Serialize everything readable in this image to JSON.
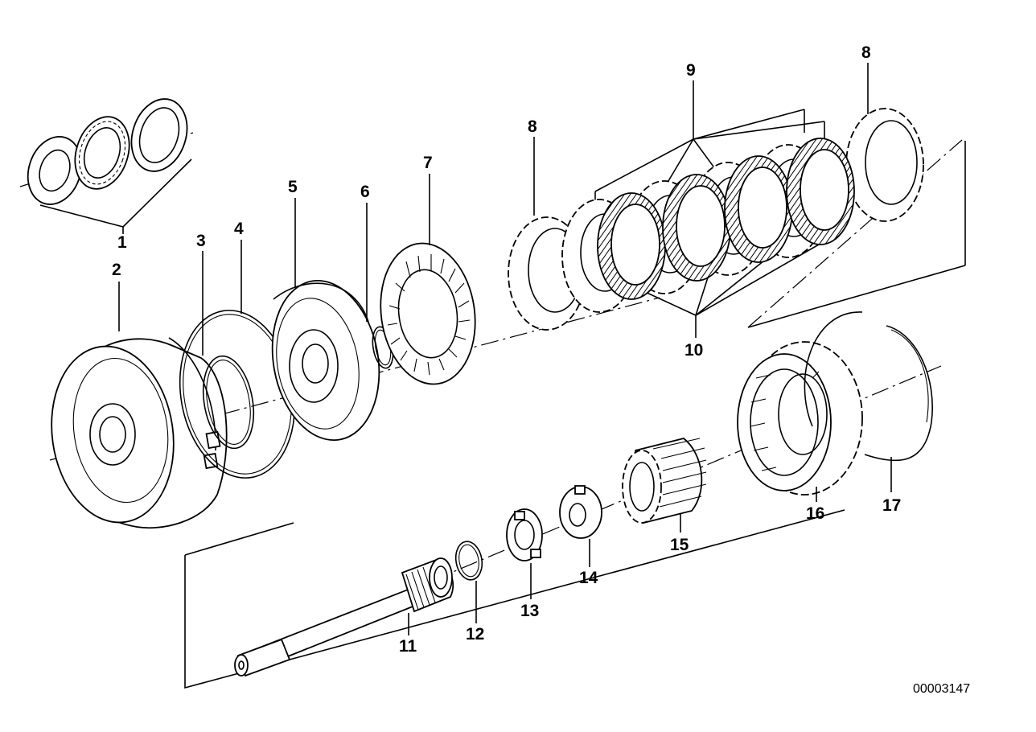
{
  "diagram": {
    "drawing_number": "00003147",
    "callouts": [
      {
        "id": "1",
        "label": "1"
      },
      {
        "id": "2",
        "label": "2"
      },
      {
        "id": "3",
        "label": "3"
      },
      {
        "id": "4",
        "label": "4"
      },
      {
        "id": "5",
        "label": "5"
      },
      {
        "id": "6",
        "label": "6"
      },
      {
        "id": "7",
        "label": "7"
      },
      {
        "id": "8a",
        "label": "8"
      },
      {
        "id": "8b",
        "label": "8"
      },
      {
        "id": "9",
        "label": "9"
      },
      {
        "id": "10",
        "label": "10"
      },
      {
        "id": "11",
        "label": "11"
      },
      {
        "id": "12",
        "label": "12"
      },
      {
        "id": "13",
        "label": "13"
      },
      {
        "id": "14",
        "label": "14"
      },
      {
        "id": "15",
        "label": "15"
      },
      {
        "id": "16",
        "label": "16"
      },
      {
        "id": "17",
        "label": "17"
      }
    ]
  }
}
